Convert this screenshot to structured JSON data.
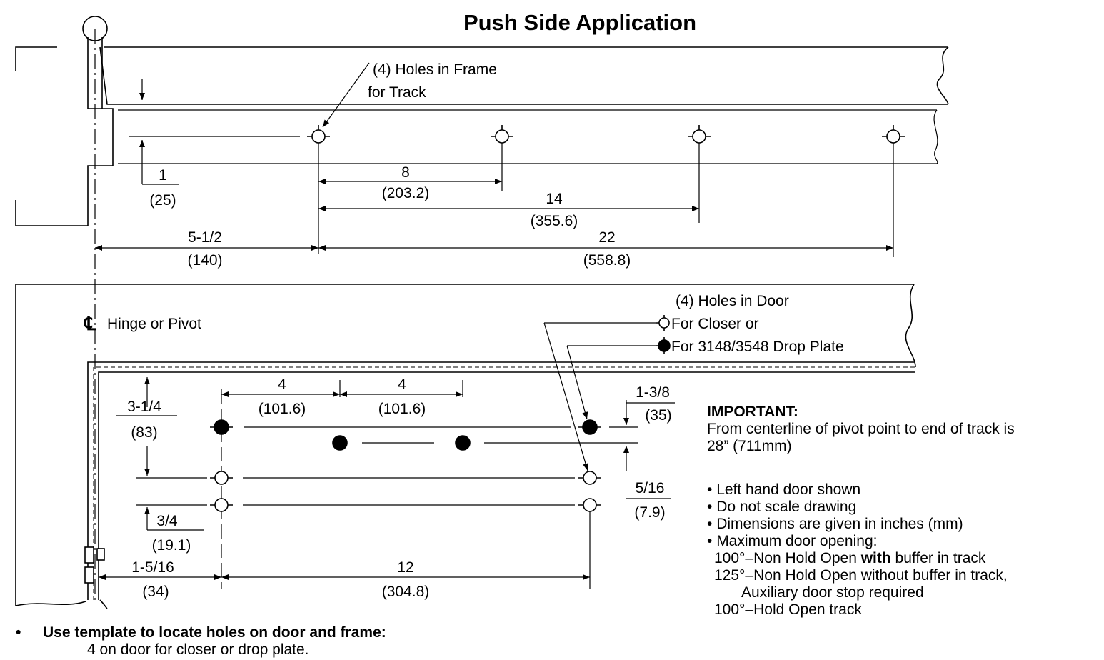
{
  "title": "Push Side Application",
  "frame": {
    "callout_line1": "(4) Holes in Frame",
    "callout_line2": "for Track",
    "dims": {
      "d1_in": "1",
      "d1_mm": "(25)",
      "d8_in": "8",
      "d8_mm": "(203.2)",
      "d14_in": "14",
      "d14_mm": "(355.6)",
      "d55_in": "5-1/2",
      "d55_mm": "(140)",
      "d22_in": "22",
      "d22_mm": "(558.8)"
    }
  },
  "door": {
    "centerline_symbol": "℄",
    "centerline_label": "Hinge or Pivot",
    "callout_line1": "(4) Holes in Door",
    "callout_line2": "For Closer or",
    "callout_line3": "For 3148/3548 Drop Plate",
    "dims": {
      "a4_in": "4",
      "a4_mm": "(101.6)",
      "b4_in": "4",
      "b4_mm": "(101.6)",
      "d314_in": "3-1/4",
      "d314_mm": "(83)",
      "d138_in": "1-3/8",
      "d138_mm": "(35)",
      "d516_in": "5/16",
      "d516_mm": "(7.9)",
      "d34_in": "3/4",
      "d34_mm": "(19.1)",
      "d1516_in": "1-5/16",
      "d1516_mm": "(34)",
      "d12_in": "12",
      "d12_mm": "(304.8)"
    }
  },
  "notes": {
    "important_label": "IMPORTANT:",
    "important_line1": "From centerline of pivot point to end of track is",
    "important_line2": "28” (711mm)",
    "bullet1": "Left hand door shown",
    "bullet2": "Do not scale drawing",
    "bullet3": "Dimensions are given in inches (mm)",
    "bullet4": "Maximum door opening:",
    "opening1_pre": "100°–Non Hold Open ",
    "opening1_bold": "with",
    "opening1_post": " buffer in track",
    "opening2": "125°–Non Hold Open without buffer in track,",
    "opening2_cont": "Auxiliary door stop required",
    "opening3": "100°–Hold Open track"
  },
  "template_note": {
    "lead": "Use template to locate holes on door and frame:",
    "line2": "4 on door for closer or drop plate."
  }
}
